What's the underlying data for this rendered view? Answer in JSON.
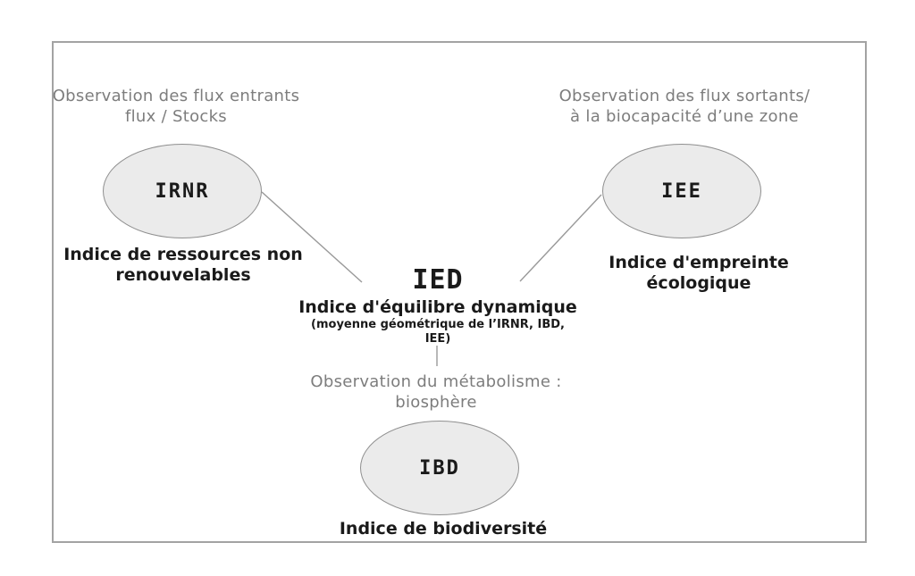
{
  "diagram": {
    "center": {
      "title": "IED",
      "subtitle": "Indice d'équilibre dynamique",
      "note": "(moyenne géométrique de l’IRNR, IBD, IEE)"
    },
    "nodes": {
      "irnr": {
        "label": "IRNR",
        "annotation": [
          "Observation des flux entrants",
          "flux / Stocks"
        ],
        "caption": [
          "Indice de ressources non",
          "renouvelables"
        ]
      },
      "iee": {
        "label": "IEE",
        "annotation": [
          "Observation des flux sortants/",
          "à la biocapacité d’une zone"
        ],
        "caption": [
          "Indice d'empreinte écologique"
        ]
      },
      "ibd": {
        "label": "IBD",
        "annotation": [
          "Observation du métabolisme :",
          "biosphère"
        ],
        "caption": [
          "Indice de biodiversité"
        ]
      }
    },
    "colors": {
      "background": "#ffffff",
      "annotation_text": "#7d7d7d",
      "caption_text": "#1a1a1a",
      "ellipse_fill": "#ebebeb",
      "ellipse_stroke": "#8f8f8f",
      "connector": "#999999",
      "frame_border": "#a3a3a3"
    }
  }
}
